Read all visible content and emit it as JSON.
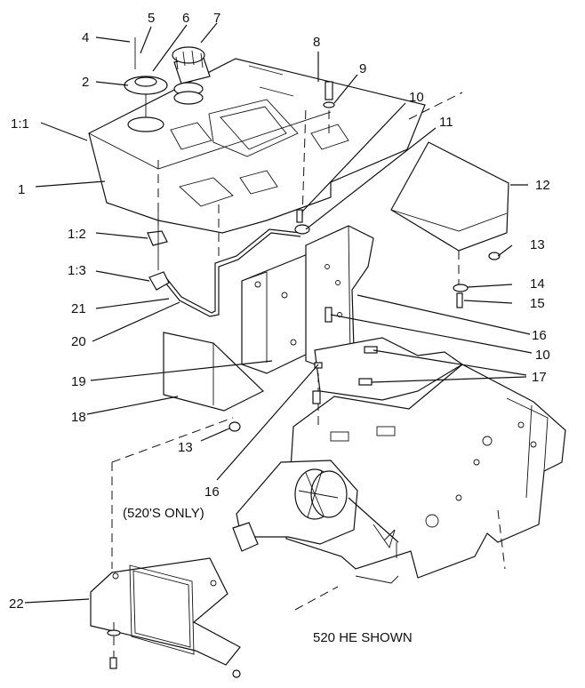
{
  "callouts": [
    {
      "id": "c-4",
      "text": "4"
    },
    {
      "id": "c-5",
      "text": "5"
    },
    {
      "id": "c-6",
      "text": "6"
    },
    {
      "id": "c-7",
      "text": "7"
    },
    {
      "id": "c-8",
      "text": "8"
    },
    {
      "id": "c-9",
      "text": "9"
    },
    {
      "id": "c-10a",
      "text": "10"
    },
    {
      "id": "c-11",
      "text": "11"
    },
    {
      "id": "c-2",
      "text": "2"
    },
    {
      "id": "c-1-1",
      "text": "1:1"
    },
    {
      "id": "c-1",
      "text": "1"
    },
    {
      "id": "c-12",
      "text": "12"
    },
    {
      "id": "c-1-2",
      "text": "1:2"
    },
    {
      "id": "c-13a",
      "text": "13"
    },
    {
      "id": "c-1-3",
      "text": "1:3"
    },
    {
      "id": "c-14",
      "text": "14"
    },
    {
      "id": "c-15",
      "text": "15"
    },
    {
      "id": "c-21",
      "text": "21"
    },
    {
      "id": "c-16a",
      "text": "16"
    },
    {
      "id": "c-20",
      "text": "20"
    },
    {
      "id": "c-10b",
      "text": "10"
    },
    {
      "id": "c-19",
      "text": "19"
    },
    {
      "id": "c-17",
      "text": "17"
    },
    {
      "id": "c-18",
      "text": "18"
    },
    {
      "id": "c-13b",
      "text": "13"
    },
    {
      "id": "c-16b",
      "text": "16"
    },
    {
      "id": "c-22",
      "text": "22"
    }
  ],
  "notes": {
    "model_note": "(520'S ONLY)",
    "shown_note": "520 HE SHOWN"
  }
}
